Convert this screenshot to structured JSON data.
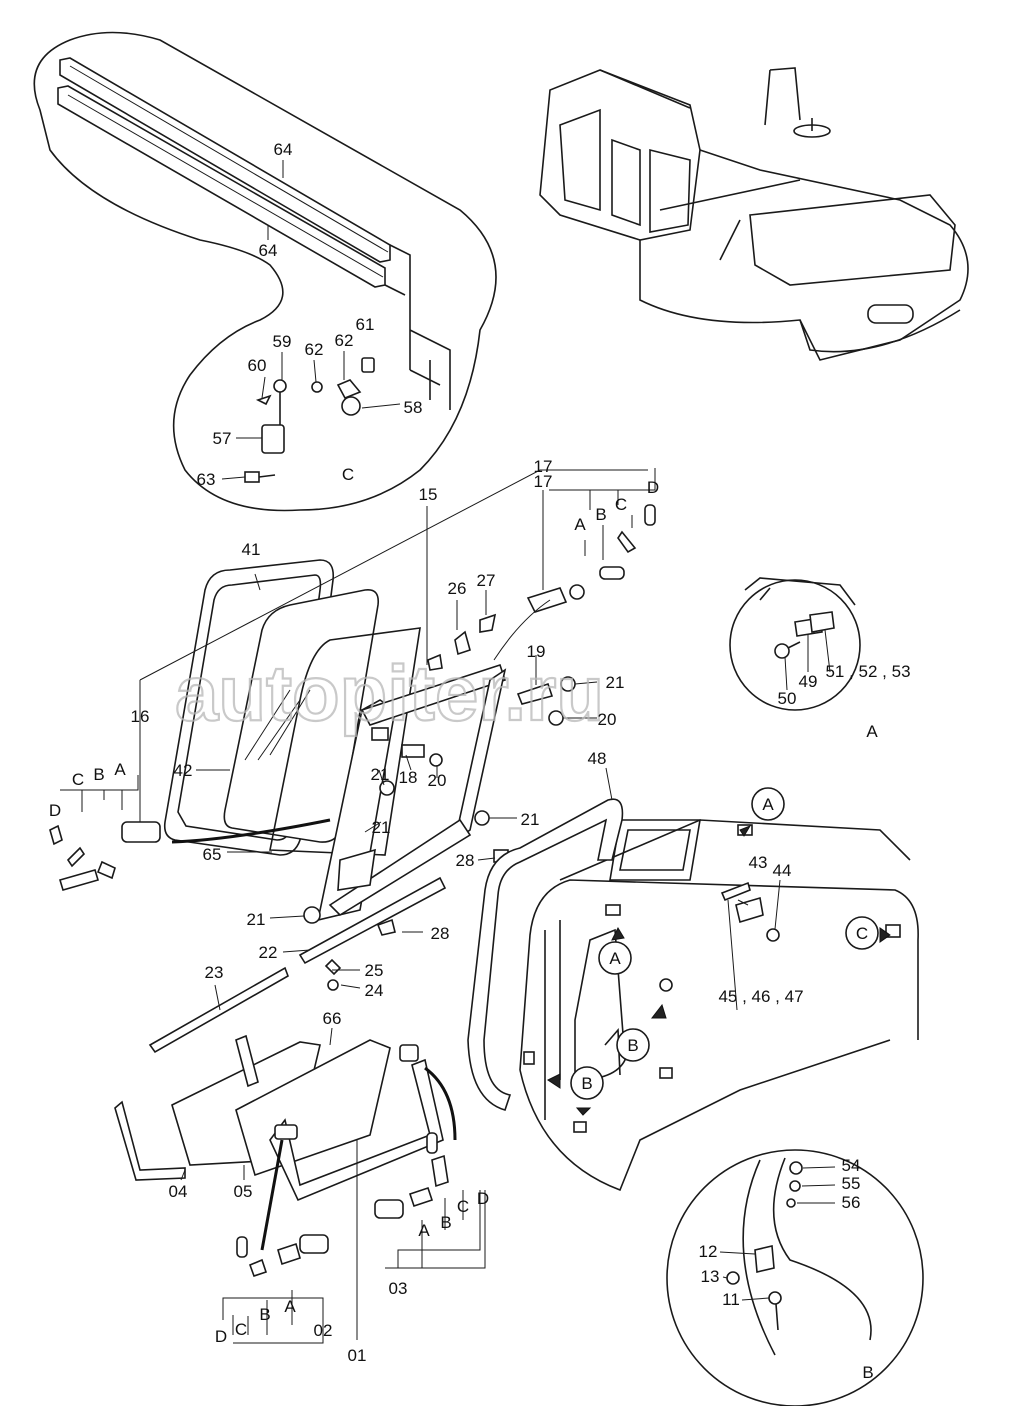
{
  "watermark": "autopiter.ru",
  "callouts": {
    "p64a": "64",
    "p64b": "64",
    "p59": "59",
    "p60": "60",
    "p62a": "62",
    "p62b": "62",
    "p61": "61",
    "p58": "58",
    "p57": "57",
    "p63": "63",
    "viewC": "C",
    "p41": "41",
    "p15": "15",
    "p17top": "17",
    "p17": "17",
    "p26": "26",
    "p27": "27",
    "p16": "16",
    "p42": "42",
    "p65": "65",
    "p19": "19",
    "p21a": "21",
    "p20a": "20",
    "p18": "18",
    "p21b": "21",
    "p20b": "20",
    "p21c": "21",
    "p28a": "28",
    "p21d": "21",
    "p28b": "28",
    "p22": "22",
    "p23": "23",
    "p25": "25",
    "p24": "24",
    "p66": "66",
    "p04": "04",
    "p05": "05",
    "p01": "01",
    "p02": "02",
    "p03": "03",
    "p48": "48",
    "p43": "43",
    "p44": "44",
    "p454647": "45 , 46 , 47",
    "p50": "50",
    "p49": "49",
    "p515253": "51 , 52 , 53",
    "viewA": "A",
    "p54": "54",
    "p55": "55",
    "p56": "56",
    "p12": "12",
    "p13": "13",
    "p11": "11",
    "viewB": "B",
    "l17A": "A",
    "l17B": "B",
    "l17C": "C",
    "l17D": "D",
    "l16A": "A",
    "l16B": "B",
    "l16C": "C",
    "l16D": "D",
    "l02A": "A",
    "l02B": "B",
    "l02C": "C",
    "l02D": "D",
    "l03A": "A",
    "l03B": "B",
    "l03C": "C",
    "l03D": "D",
    "circA1": "A",
    "circA2": "A",
    "circB1": "B",
    "circB2": "B",
    "circC": "C"
  }
}
